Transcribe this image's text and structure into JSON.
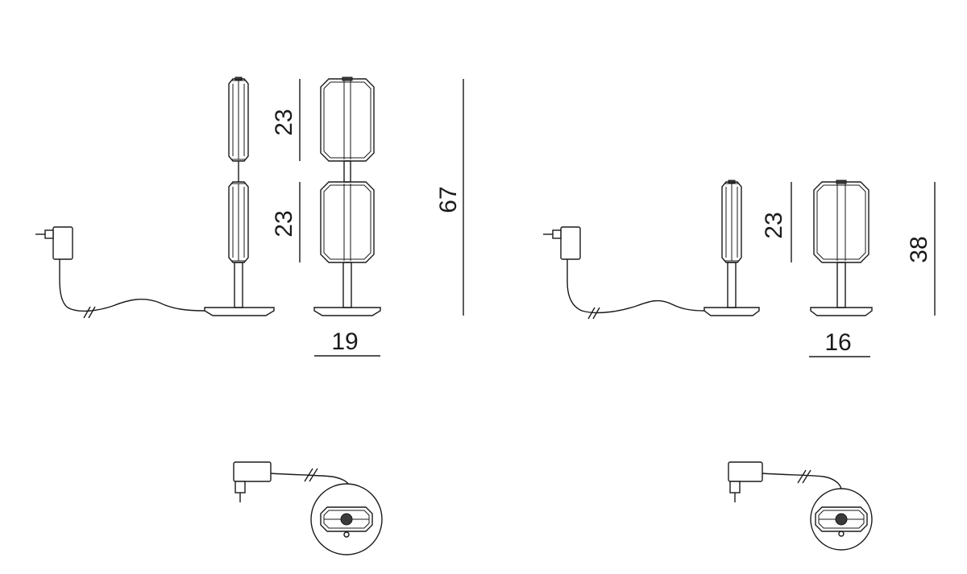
{
  "drawing": {
    "double_lamp": {
      "upper_shade_height": "23",
      "lower_shade_height": "23",
      "total_height": "67",
      "base_diameter": "19"
    },
    "single_lamp": {
      "shade_height": "23",
      "total_height": "38",
      "base_diameter": "16"
    }
  }
}
